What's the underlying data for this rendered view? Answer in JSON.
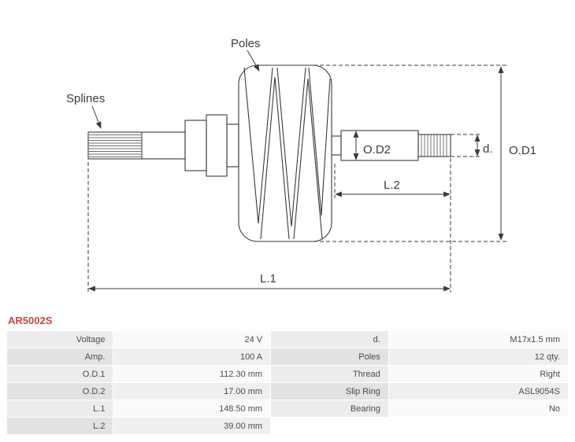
{
  "part_number": "AR5002S",
  "colors": {
    "accent": "#cc4343",
    "diagram_line": "#3a3a3a"
  },
  "diagram": {
    "poles_label": "Poles",
    "splines_label": "Splines",
    "od2_label": "O.D2",
    "od1_label": "O.D1",
    "d_label": "d.",
    "l2_label": "L.2",
    "l1_label": "L.1"
  },
  "specs": {
    "rows": [
      {
        "l_label": "Voltage",
        "l_value": "24 V",
        "r_label": "d.",
        "r_value": "M17x1.5 mm"
      },
      {
        "l_label": "Amp.",
        "l_value": "100 A",
        "r_label": "Poles",
        "r_value": "12 qty."
      },
      {
        "l_label": "O.D.1",
        "l_value": "112.30 mm",
        "r_label": "Thread",
        "r_value": "Right"
      },
      {
        "l_label": "O.D.2",
        "l_value": "17.00 mm",
        "r_label": "Slip Ring",
        "r_value": "ASL9054S"
      },
      {
        "l_label": "L.1",
        "l_value": "148.50 mm",
        "r_label": "Bearing",
        "r_value": "No"
      },
      {
        "l_label": "L.2",
        "l_value": "39.00 mm",
        "r_label": "",
        "r_value": ""
      }
    ]
  }
}
